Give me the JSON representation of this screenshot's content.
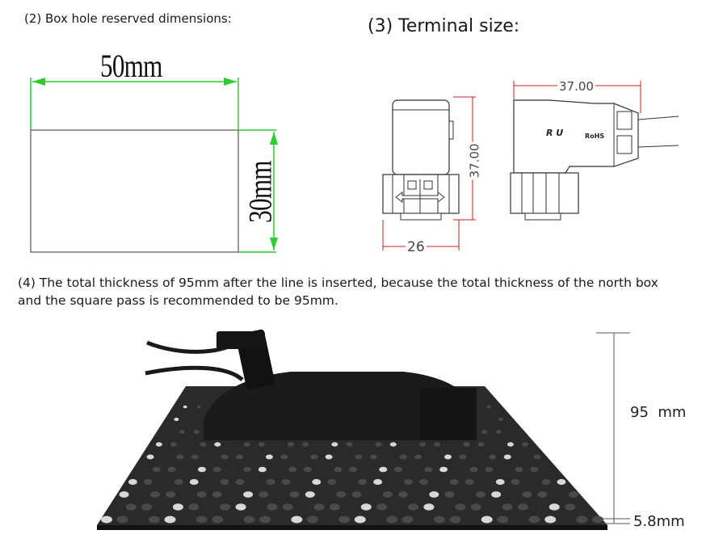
{
  "captions": {
    "box_hole": "(2) Box hole reserved dimensions:",
    "terminal": "(3) Terminal size:",
    "thickness_line1": "(4) The total thickness of 95mm after the line is inserted, because the total thickness of the north box",
    "thickness_line2": "and the square pass is recommended to be 95mm."
  },
  "box_hole": {
    "width_label": "50mm",
    "height_label": "30mm"
  },
  "terminal": {
    "height_label": "37.00",
    "width_label": "26",
    "side_length_label": "37.00",
    "ru_mark": "R U",
    "rohs_mark": "RoHS"
  },
  "panel": {
    "total_thickness": "95  mm",
    "panel_thickness": "5.8mm"
  },
  "colors": {
    "dimension_green": "#2ecc2e",
    "cad_red": "#d02020",
    "panel_dark": "#2a2a2a"
  }
}
